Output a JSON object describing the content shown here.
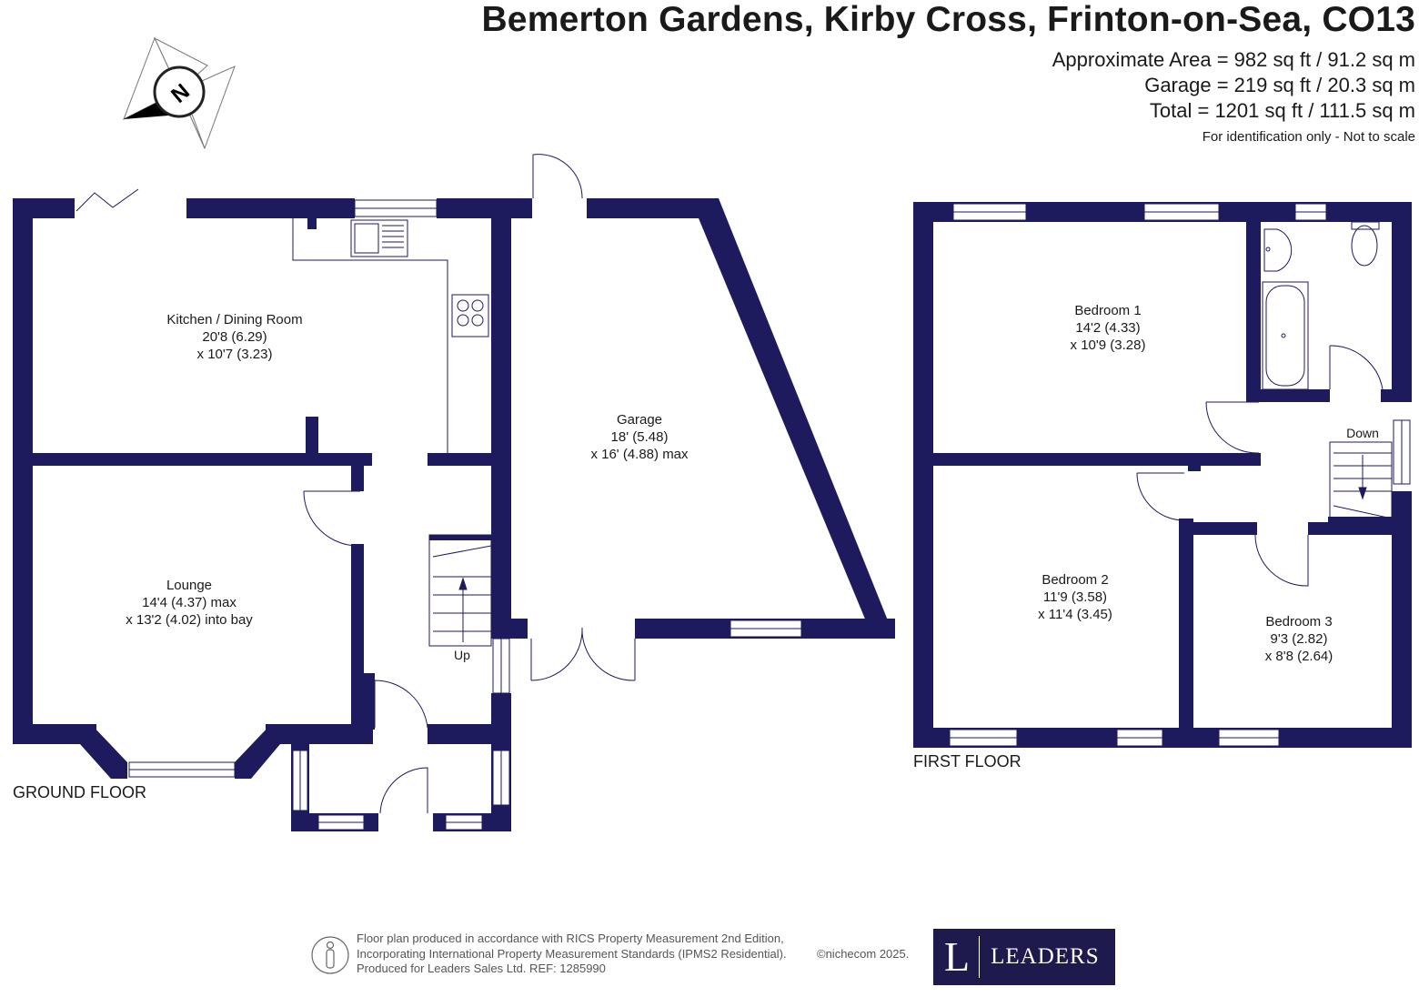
{
  "header": {
    "title": "Bemerton Gardens, Kirby Cross, Frinton-on-Sea, CO13",
    "approx_area": "Approximate Area = 982 sq ft / 91.2 sq m",
    "garage_area": "Garage = 219 sq ft / 20.3 sq m",
    "total_area": "Total = 1201 sq ft / 111.5 sq m",
    "disclaimer": "For identification only - Not to scale"
  },
  "compass": {
    "letter": "N",
    "icon": "compass-north-icon"
  },
  "ground_floor": {
    "label": "GROUND FLOOR",
    "kitchen": {
      "name": "Kitchen / Dining Room",
      "dim1": "20'8 (6.29)",
      "dim2": "x 10'7 (3.23)"
    },
    "lounge": {
      "name": "Lounge",
      "dim1": "14'4 (4.37) max",
      "dim2": "x 13'2 (4.02) into bay"
    },
    "garage": {
      "name": "Garage",
      "dim1": "18' (5.48)",
      "dim2": "x 16' (4.88) max"
    },
    "stairs_label": "Up"
  },
  "first_floor": {
    "label": "FIRST FLOOR",
    "bedroom1": {
      "name": "Bedroom 1",
      "dim1": "14'2 (4.33)",
      "dim2": "x 10'9 (3.28)"
    },
    "bedroom2": {
      "name": "Bedroom 2",
      "dim1": "11'9 (3.58)",
      "dim2": "x 11'4 (3.45)"
    },
    "bedroom3": {
      "name": "Bedroom 3",
      "dim1": "9'3 (2.82)",
      "dim2": "x 8'8 (2.64)"
    },
    "stairs_label": "Down"
  },
  "footer": {
    "line1": "Floor plan produced in accordance with RICS Property Measurement 2nd Edition,",
    "line2": "Incorporating International Property Measurement Standards (IPMS2 Residential).",
    "line3": "Produced for Leaders Sales Ltd.   REF:  1285990",
    "copyright": "©nichecom 2025.",
    "logo_letter": "L",
    "logo_word": "LEADERS"
  },
  "colors": {
    "wall": "#1e1a5e",
    "logo_bg": "#1e1a4e"
  }
}
